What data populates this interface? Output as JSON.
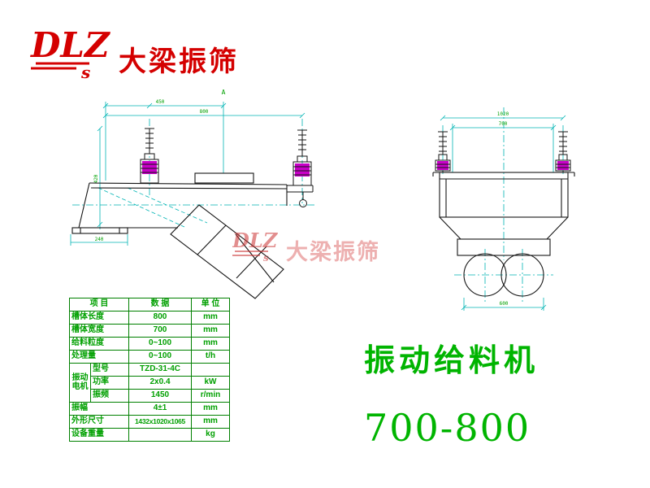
{
  "logo": {
    "text": "DLZ",
    "sub": "s",
    "brand": "大梁振筛"
  },
  "watermark": {
    "text": "DLZ",
    "sub": "s",
    "brand": "大梁振筛"
  },
  "product": {
    "name": "振动给料机",
    "model": "700-800"
  },
  "spec_table": {
    "headers": [
      "项 目",
      "数 据",
      "单 位"
    ],
    "motor_group": "振动电机",
    "rows": [
      {
        "item": "槽体长度",
        "value": "800",
        "unit": "mm"
      },
      {
        "item": "槽体宽度",
        "value": "700",
        "unit": "mm"
      },
      {
        "item": "给料粒度",
        "value": "0~100",
        "unit": "mm"
      },
      {
        "item": "处理量",
        "value": "0~100",
        "unit": "t/h"
      },
      {
        "item": "型号",
        "value": "TZD-31-4C",
        "unit": ""
      },
      {
        "item": "功率",
        "value": "2x0.4",
        "unit": "kW"
      },
      {
        "item": "振频",
        "value": "1450",
        "unit": "r/min"
      },
      {
        "item": "振幅",
        "value": "4±1",
        "unit": "mm"
      },
      {
        "item": "外形尺寸",
        "value": "1432x1020x1065",
        "unit": "mm"
      },
      {
        "item": "设备重量",
        "value": "",
        "unit": "kg"
      }
    ]
  },
  "dims": {
    "side": {
      "section": "A",
      "top1": "450",
      "top2": "800",
      "height": "420",
      "flange": "240"
    },
    "front": {
      "overall_width": "1020",
      "trough_width": "700",
      "motor_span": "600"
    }
  },
  "colors": {
    "green": "#00a000",
    "red": "#d40000",
    "magenta": "#c800c8",
    "cyan": "#00b4b4"
  }
}
